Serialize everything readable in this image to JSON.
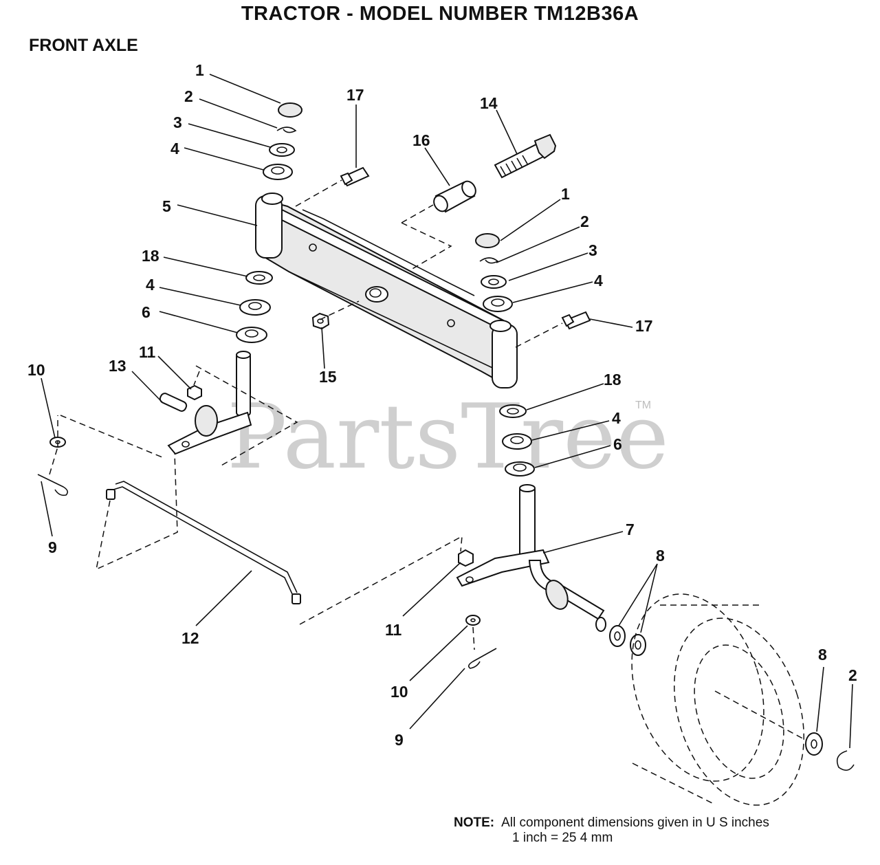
{
  "title": "TRACTOR  - MODEL NUMBER TM12B36A",
  "section": "FRONT AXLE",
  "watermark": "PartsTree",
  "trademark": "TM",
  "note": {
    "label": "NOTE:",
    "line1": "All component dimensions given in U S  inches",
    "line2": "1 inch = 25 4 mm"
  },
  "callouts": {
    "top_left_1": "1",
    "top_left_2": "2",
    "top_left_3": "3",
    "top_left_4": "4",
    "axle_5": "5",
    "left_18": "18",
    "left_4b": "4",
    "left_6": "6",
    "left_11": "11",
    "left_13": "13",
    "left_10": "10",
    "left_9": "9",
    "fitting_17a": "17",
    "spacer_16": "16",
    "bolt_14": "14",
    "right_1": "1",
    "right_2": "2",
    "right_3": "3",
    "right_4": "4",
    "fitting_17b": "17",
    "nut_15": "15",
    "right_18": "18",
    "right_4b": "4",
    "right_6": "6",
    "spindle_7": "7",
    "washers_8": "8",
    "tierod_12": "12",
    "right_11": "11",
    "right_10": "10",
    "right_9": "9",
    "wheel_8": "8",
    "wheel_2": "2"
  }
}
